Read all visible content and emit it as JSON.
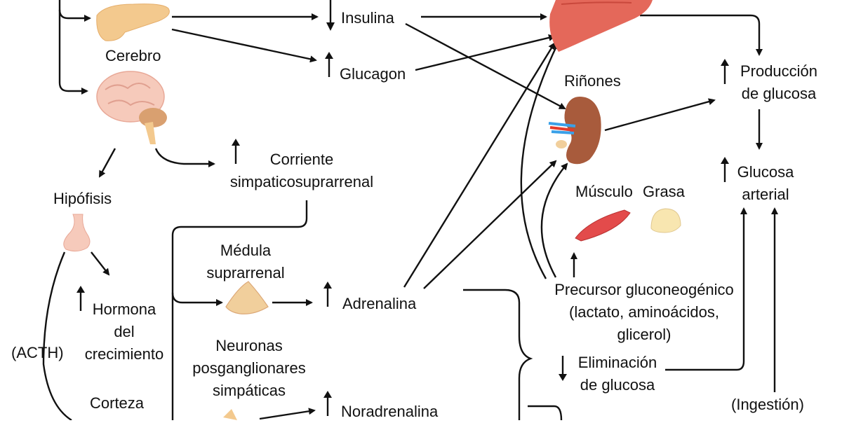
{
  "colors": {
    "line": "#111111",
    "liver": "#e4685a",
    "kidney": "#a85b3c",
    "pancreas": "#f3c98e",
    "brain": "#f6cabb",
    "adrenal": "#f1cf9c",
    "muscle": "#e34b4b",
    "fat": "#f8e6b0",
    "vessel_red": "#e33b2c",
    "vessel_blue": "#3aa0e8"
  },
  "labels": {
    "insulina": "Insulina",
    "glucagon": "Glucagon",
    "cerebro": "Cerebro",
    "rinones": "Riñones",
    "produccion": "Producción\nde glucosa",
    "glucosa_arterial": "Glucosa\narterial",
    "corriente": "Corriente\nsimpaticosuprarrenal",
    "hipofisis": "Hipófisis",
    "musculo": "Músculo",
    "grasa": "Grasa",
    "medula": "Médula\nsuprarrenal",
    "adrenalina": "Adrenalina",
    "hormona": "Hormona\ndel\ncrecimiento",
    "precursor": "Precursor gluconeogénico\n(lactato, aminoácidos,\nglicerol)",
    "acth": "(ACTH)",
    "eliminacion": "Eliminación\nde glucosa",
    "neuronas": "Neuronas\nposganglionares\nsimpáticas",
    "corteza": "Corteza",
    "noradrenalina": "Noradrenalina",
    "ingestion": "(Ingestión)"
  },
  "trend_icons": {
    "insulina": "arrow-up-down-icon",
    "glucagon": "arrow-up-icon",
    "produccion": "arrow-up-icon",
    "corriente": "arrow-up-icon",
    "glucosa_arterial": "arrow-up-icon",
    "adrenalina": "arrow-up-icon",
    "hormona": "arrow-up-icon",
    "eliminacion": "arrow-down-icon",
    "noradrenalina": "arrow-up-icon"
  }
}
